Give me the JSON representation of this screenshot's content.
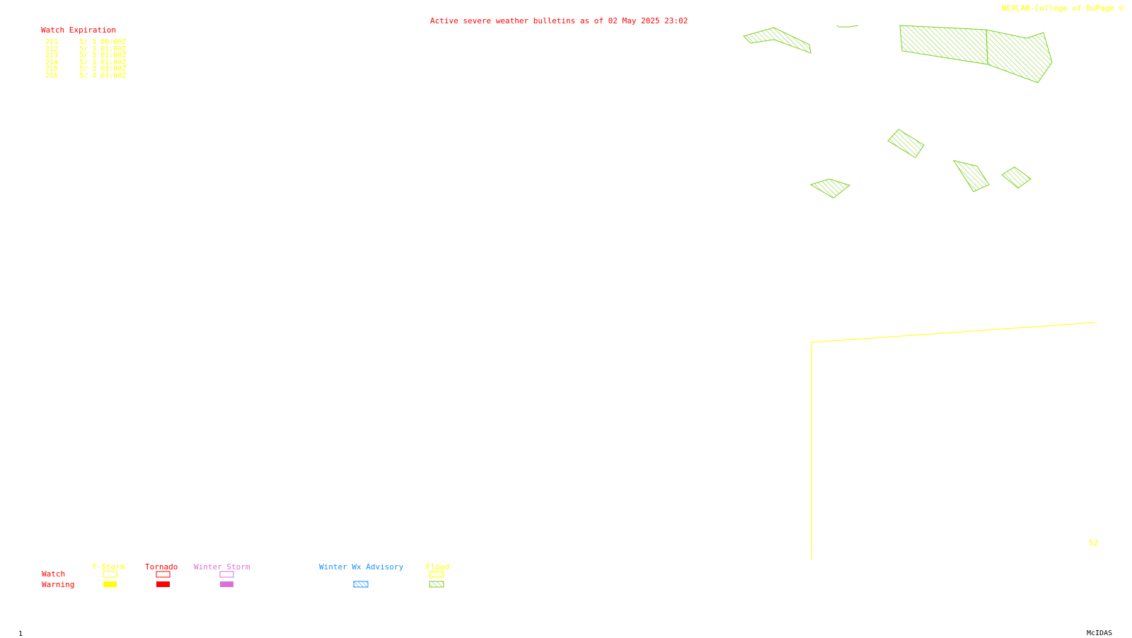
{
  "header": {
    "title": "Active severe weather bulletins as of 02 May 2025 23:02",
    "credit": "NEXLAB-College of DuPage ©"
  },
  "watch_expiration": {
    "heading": "Watch Expiration",
    "rows": [
      {
        "number": "211",
        "expires": "5/ 3 00:00Z"
      },
      {
        "number": "212",
        "expires": "5/ 3 01:00Z"
      },
      {
        "number": "213",
        "expires": "5/ 3 01:00Z"
      },
      {
        "number": "214",
        "expires": "5/ 3 01:00Z"
      },
      {
        "number": "215",
        "expires": "5/ 3 03:00Z"
      },
      {
        "number": "216",
        "expires": "5/ 3 03:00Z"
      }
    ]
  },
  "map": {
    "label_52": "52"
  },
  "legend": {
    "row_watch": "Watch",
    "row_warning": "Warning",
    "columns": [
      {
        "label": "T-Storm",
        "color": "#ffff00"
      },
      {
        "label": "Tornado",
        "color": "#ff0000"
      },
      {
        "label": "Winter Storm",
        "color": "#da70d6"
      },
      {
        "label": "Winter Wx Advisory",
        "color": "#1e90ff"
      },
      {
        "label": "Flood",
        "color": "#ffff00",
        "warning_color": "#7ccd20"
      }
    ]
  },
  "footer": {
    "frame_number": "1",
    "software": "McIDAS"
  },
  "colors": {
    "flood_hatch": "#7ccd20",
    "tstorm": "#ffff00",
    "tornado": "#ff0000",
    "winter_storm": "#da70d6",
    "winter_advisory": "#1e90ff"
  }
}
